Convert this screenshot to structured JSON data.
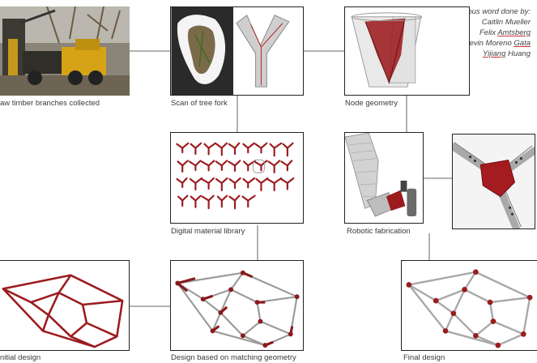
{
  "credits": {
    "heading": "Previous word done by:",
    "names": [
      {
        "first": "Caitlin",
        "last": "Mueller",
        "flag": false
      },
      {
        "first": "Felix",
        "last": "Amtsberg",
        "flag": true
      },
      {
        "first": "Kevin Moreno",
        "last": "Gata",
        "flag": true
      },
      {
        "first": "Yijiang",
        "last": "Huang",
        "flag": true,
        "flag_first": true
      }
    ]
  },
  "steps": {
    "timber": "aw timber branches collected",
    "scan": "Scan of tree fork",
    "node": "Node geometry",
    "library": "Digital material library",
    "robotic": "Robotic fabrication",
    "initial": "nitial design",
    "matching": "Design based on matching geometry",
    "final": "Final design"
  },
  "colors": {
    "accent_red": "#9b1b1e",
    "line": "#555555"
  }
}
